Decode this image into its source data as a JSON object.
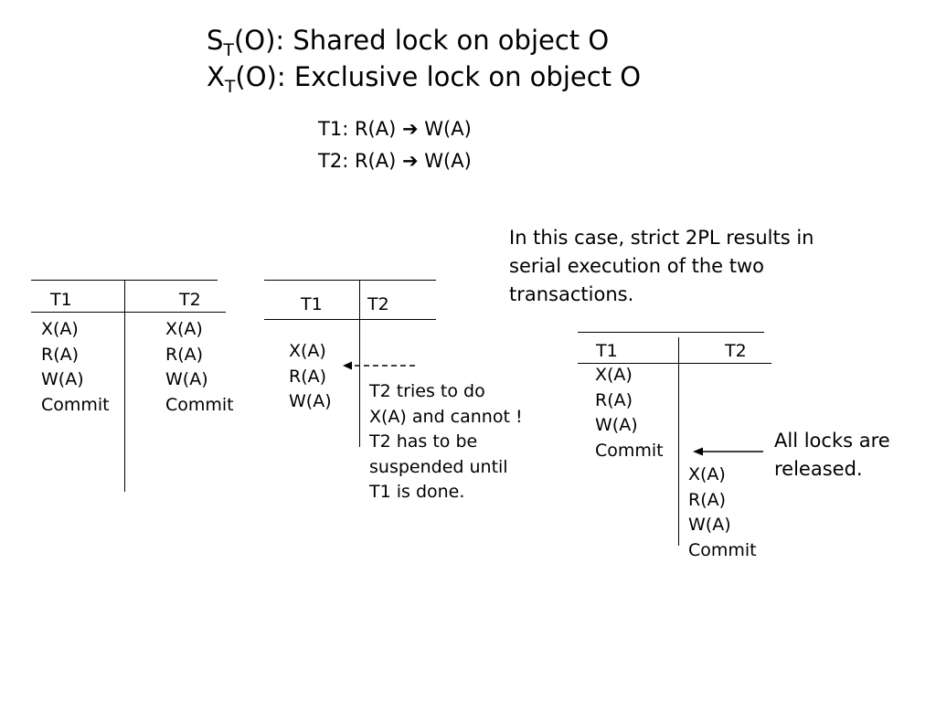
{
  "definitions": {
    "shared": {
      "letter": "S",
      "sub": "T",
      "rest": "(O): Shared lock on object O"
    },
    "exclusive": {
      "letter": "X",
      "sub": "T",
      "rest": "(O): Exclusive lock on object O"
    }
  },
  "transactions": {
    "t1": {
      "prefix": "T1: R(A)",
      "arrow": "➔",
      "suffix": " W(A)"
    },
    "t2": {
      "prefix": "T2: R(A)",
      "arrow": "➔",
      "suffix": " W(A)"
    }
  },
  "schedule1": {
    "col1_header": "T1",
    "col2_header": "T2",
    "col1": [
      "X(A)",
      "R(A)",
      "W(A)",
      "Commit"
    ],
    "col2": [
      "X(A)",
      "R(A)",
      "W(A)",
      "Commit"
    ]
  },
  "schedule2": {
    "col1_header": "T1",
    "col2_header": "T2",
    "col1": [
      "X(A)",
      "R(A)",
      "W(A)"
    ],
    "note": [
      "T2 tries to do",
      "X(A) and cannot !",
      "T2 has to be",
      "suspended until",
      "T1 is done."
    ]
  },
  "explanation": [
    "In this case, strict 2PL results in",
    "serial execution of the two",
    "transactions."
  ],
  "schedule3": {
    "col1_header": "T1",
    "col2_header": "T2",
    "col1": [
      "X(A)",
      "R(A)",
      "W(A)",
      "Commit"
    ],
    "col2": [
      "X(A)",
      "R(A)",
      "W(A)",
      "Commit"
    ],
    "note": [
      "All locks are",
      "released."
    ]
  }
}
